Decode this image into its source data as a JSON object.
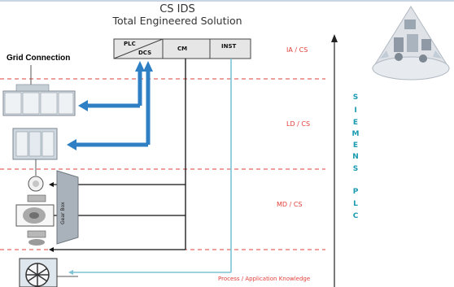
{
  "title": {
    "line1": "CS IDS",
    "line2": "Total Engineered Solution"
  },
  "grid_connection": "Grid Connection",
  "control_boxes": {
    "plc": "PLC",
    "dcs": "DCS",
    "cm": "CM",
    "inst": "INST"
  },
  "zones": {
    "ia": "IA / CS",
    "ld": "LD / CS",
    "md": "MD / CS"
  },
  "siemens_letters": [
    "S",
    "I",
    "E",
    "M",
    "E",
    "N",
    "S"
  ],
  "plc_letters": [
    "P",
    "L",
    "C"
  ],
  "gearbox_text": "Gear Box",
  "process_label": "Process / Application Knowledge",
  "colors": {
    "blue_arrow": "#2e7fc4",
    "dashed_red": "#e0403a",
    "teal": "#1a9bb0",
    "inst_line": "#7cc3d6"
  }
}
